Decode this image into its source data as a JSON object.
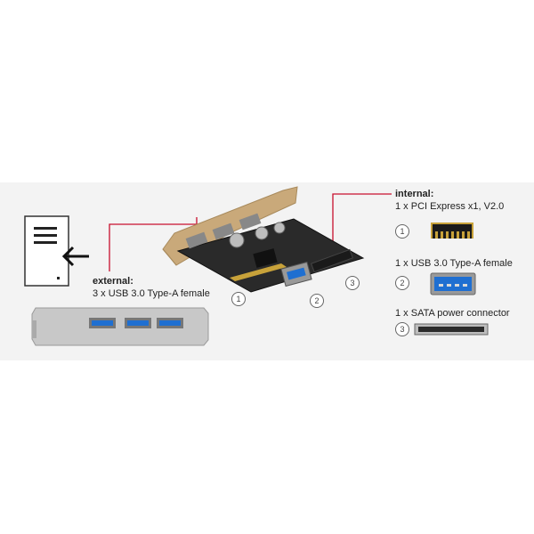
{
  "external": {
    "heading": "external:",
    "description": "3 x USB 3.0 Type-A female"
  },
  "internal": {
    "heading": "internal:",
    "items": [
      {
        "number": "1",
        "text": "1 x PCI Express x1, V2.0",
        "icon": "pcie-x1-connector-icon"
      },
      {
        "number": "2",
        "text": "1 x USB 3.0 Type-A female",
        "icon": "usb3-type-a-port-icon"
      },
      {
        "number": "3",
        "text": "1 x SATA power connector",
        "icon": "sata-power-connector-icon"
      }
    ]
  },
  "board_markers": [
    "1",
    "2",
    "3"
  ],
  "colors": {
    "leader_line": "#c8102e",
    "usb3_blue": "#1f6fd1",
    "pcb": "#2a2a2a",
    "bracket": "#c9a97a"
  }
}
